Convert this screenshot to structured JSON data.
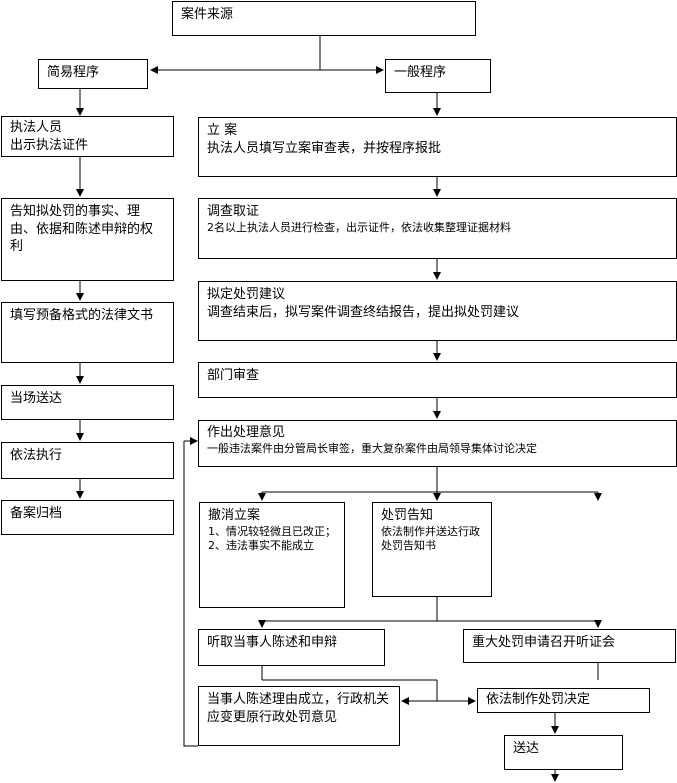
{
  "source": {
    "title": "案件来源"
  },
  "simple": {
    "title": "简易程序",
    "steps": [
      "执法人员\n出示执法证件",
      "告知拟处罚的事实、理由、依据和陈述申辩的权利",
      "填写预备格式的法律文书",
      "当场送达",
      "依法执行",
      "备案归档"
    ]
  },
  "general": {
    "title": "一般程序",
    "filing": {
      "title": "立 案",
      "desc": "执法人员填写立案审查表，并按程序报批"
    },
    "investigation": {
      "title": "调查取证",
      "desc": "2名以上执法人员进行检查，出示证件，依法收集整理证据材料"
    },
    "proposal": {
      "title": "拟定处罚建议",
      "desc": "调查结束后，拟写案件调查终结报告，提出拟处罚建议"
    },
    "review": {
      "title": "部门审查"
    },
    "opinion": {
      "title": "作出处理意见",
      "desc": "一般违法案件由分管局长审签，重大复杂案件由局领导集体讨论决定"
    },
    "revoke": {
      "title": "撤消立案",
      "items": [
        "1、情况较轻微且已改正；",
        "2、违法事实不能成立"
      ]
    },
    "notice": {
      "title": "处罚告知",
      "desc": "依法制作并送达行政处罚告知书"
    },
    "statement": {
      "title": "听取当事人陈述和申辩"
    },
    "hearing": {
      "title": "重大处罚申请召开听证会"
    },
    "change": {
      "title": "当事人陈述理由成立，行政机关应变更原行政处罚意见"
    },
    "decision": {
      "title": "依法制作处罚决定"
    },
    "deliver": {
      "title": "送达"
    }
  }
}
